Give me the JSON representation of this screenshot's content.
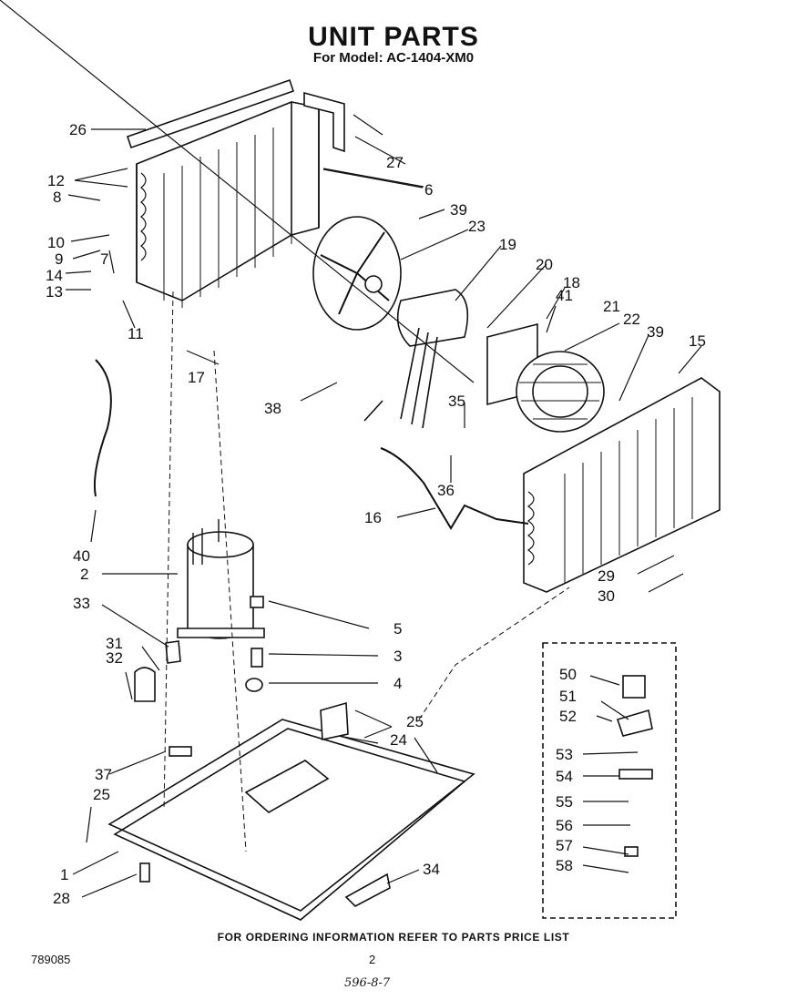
{
  "header": {
    "title": "UNIT PARTS",
    "subtitle": "For Model: AC-1404-XM0"
  },
  "callouts": {
    "c1": "1",
    "c2": "2",
    "c3": "3",
    "c4": "4",
    "c5": "5",
    "c6": "6",
    "c7": "7",
    "c8": "8",
    "c9": "9",
    "c10": "10",
    "c11": "11",
    "c12": "12",
    "c13": "13",
    "c14": "14",
    "c15": "15",
    "c16": "16",
    "c17": "17",
    "c18": "18",
    "c19": "19",
    "c20": "20",
    "c21": "21",
    "c22": "22",
    "c23": "23",
    "c24": "24",
    "c25a": "25",
    "c25b": "25",
    "c26": "26",
    "c27": "27",
    "c28": "28",
    "c29": "29",
    "c30": "30",
    "c31": "31",
    "c32": "32",
    "c33": "33",
    "c34": "34",
    "c35": "35",
    "c36": "36",
    "c37": "37",
    "c38": "38",
    "c39a": "39",
    "c39b": "39",
    "c40": "40",
    "c41": "41",
    "c50": "50",
    "c51": "51",
    "c52": "52",
    "c53": "53",
    "c54": "54",
    "c55": "55",
    "c56": "56",
    "c57": "57",
    "c58": "58"
  },
  "footer": {
    "ordering_note": "FOR ORDERING INFORMATION REFER TO PARTS PRICE LIST",
    "doc_number": "789085",
    "page_number": "2",
    "handwritten_note": "596-8-7"
  }
}
